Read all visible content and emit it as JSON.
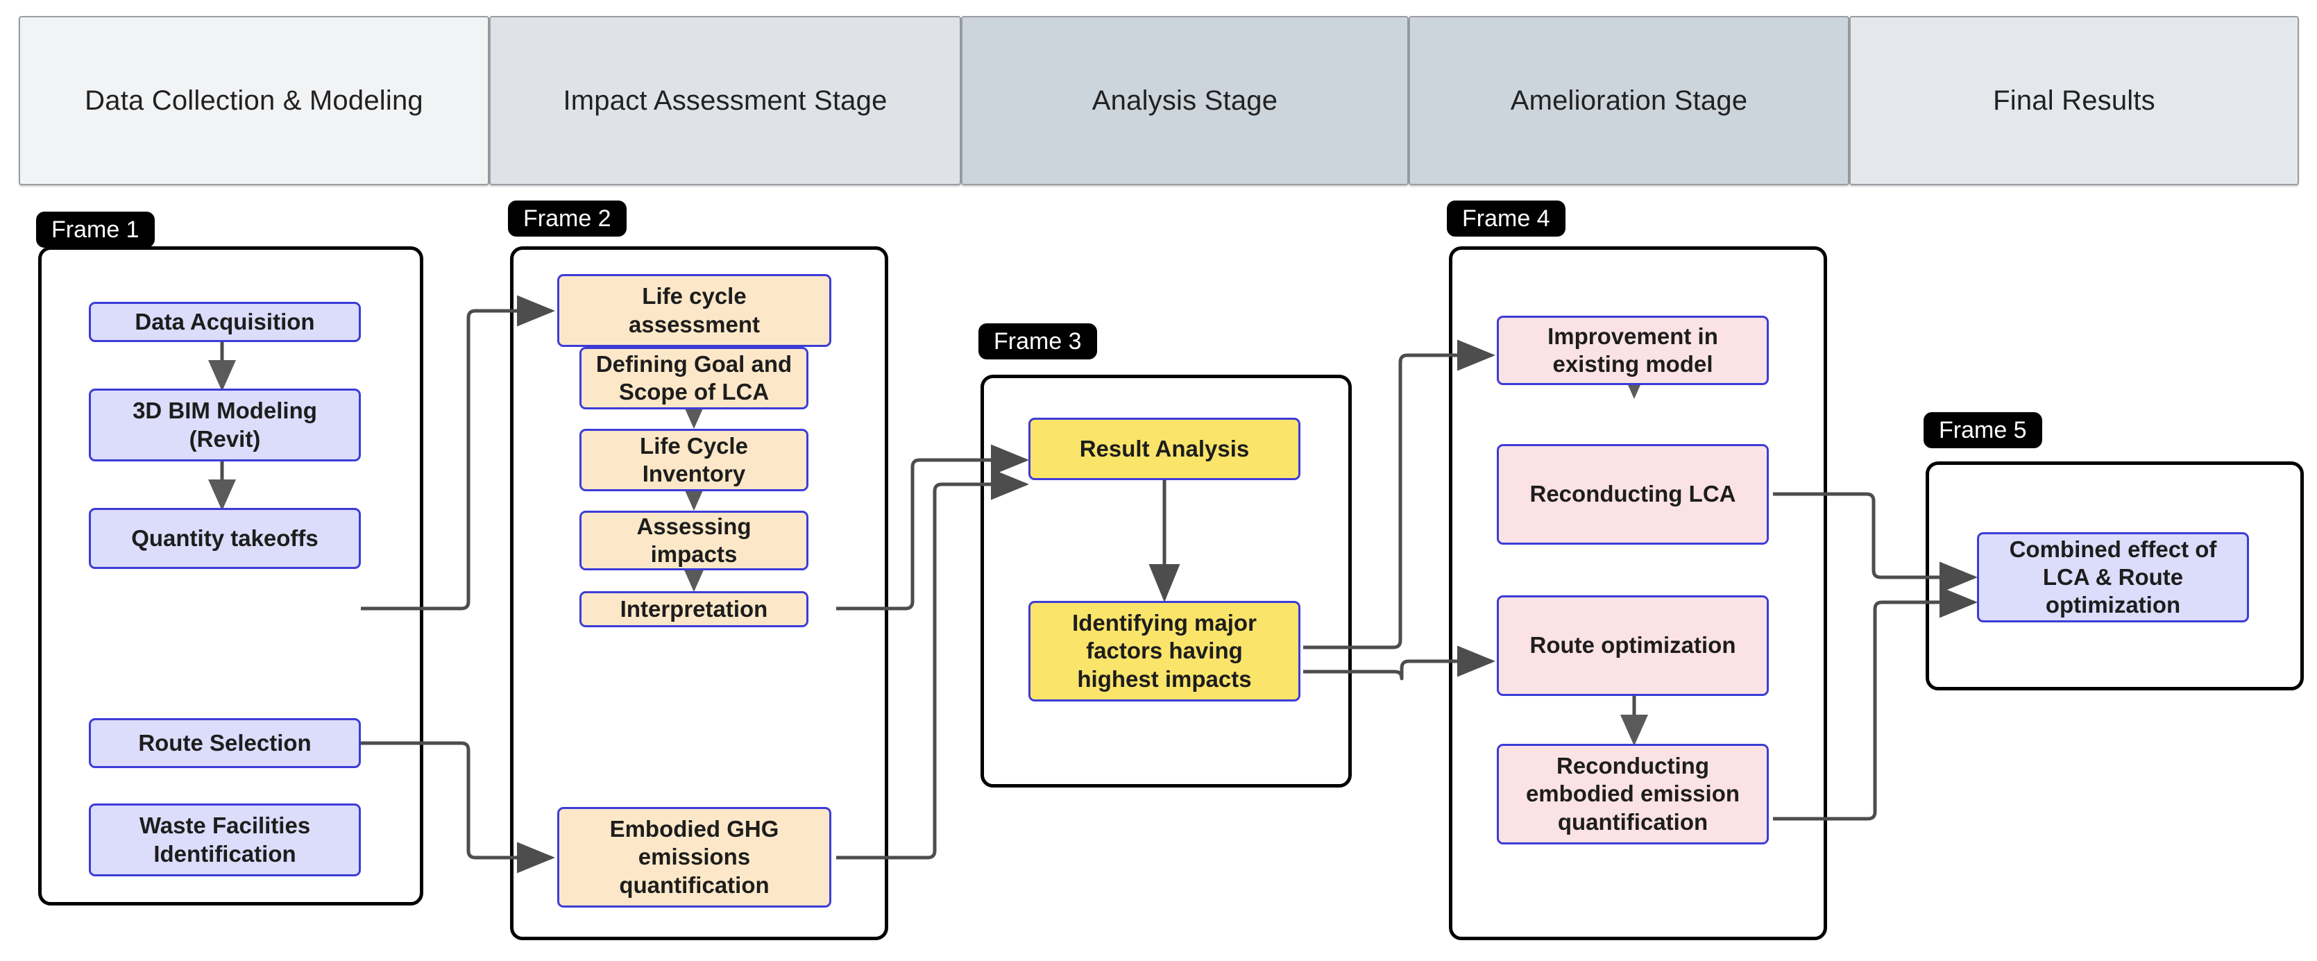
{
  "header": {
    "segments": [
      {
        "label": "Data Collection & Modeling",
        "color": "#f2f3f5"
      },
      {
        "label": "Impact Assessment Stage",
        "color": "#dfe3e8"
      },
      {
        "label": "Analysis Stage",
        "color": "#ccd4dc"
      },
      {
        "label": "Amelioration Stage",
        "color": "#ccd4dc"
      },
      {
        "label": "Final Results",
        "color": "#e4e7eb"
      }
    ]
  },
  "frames": [
    {
      "tag": "Frame 1",
      "nodes": [
        {
          "label": "Data Acquisition"
        },
        {
          "label": "3D BIM Modeling (Revit)",
          "line1": "3D BIM Modeling",
          "line2": "(Revit)"
        },
        {
          "label": "Quantity takeoffs"
        },
        {
          "label": "Route Selection"
        },
        {
          "label": "Waste Facilities Identification",
          "line1": "Waste Facilities",
          "line2": "Identification"
        }
      ]
    },
    {
      "tag": "Frame 2",
      "nodes": [
        {
          "label": "Life cycle assessment",
          "line1": "Life cycle",
          "line2": "assessment"
        },
        {
          "label": "Defining Goal and Scope of LCA",
          "line1": "Defining Goal and",
          "line2": "Scope of LCA"
        },
        {
          "label": "Life Cycle Inventory",
          "line1": "Life Cycle",
          "line2": "Inventory"
        },
        {
          "label": "Assessing impacts",
          "line1": "Assessing",
          "line2": "impacts"
        },
        {
          "label": "Interpretation"
        },
        {
          "label": "Embodied GHG emissions quantification",
          "line1": "Embodied GHG",
          "line2": "emissions",
          "line3": "quantification"
        }
      ]
    },
    {
      "tag": "Frame 3",
      "nodes": [
        {
          "label": "Result Analysis"
        },
        {
          "label": "Identifying major factors having highest impacts",
          "line1": "Identifying major",
          "line2": "factors having",
          "line3": "highest impacts"
        }
      ]
    },
    {
      "tag": "Frame 4",
      "nodes": [
        {
          "label": "Improvement in existing model",
          "line1": "Improvement in",
          "line2": "existing model"
        },
        {
          "label": "Reconducting LCA"
        },
        {
          "label": "Route optimization"
        },
        {
          "label": "Reconducting embodied emission quantification",
          "line1": "Reconducting",
          "line2": "embodied emission",
          "line3": "quantification"
        }
      ]
    },
    {
      "tag": "Frame 5",
      "nodes": [
        {
          "label": "Combined effect of LCA & Route optimization",
          "line1": "Combined effect of",
          "line2": "LCA & Route",
          "line3": "optimization"
        }
      ]
    }
  ],
  "colors": {
    "node_lavender": "#dcdcfb",
    "node_peach": "#fce8c8",
    "node_gold": "#fae46a",
    "node_pink": "#fbe2e4",
    "node_border": "#3c3cd8",
    "frame_border": "#000000",
    "connector": "#4d4d4d",
    "tag_background": "#000000"
  }
}
